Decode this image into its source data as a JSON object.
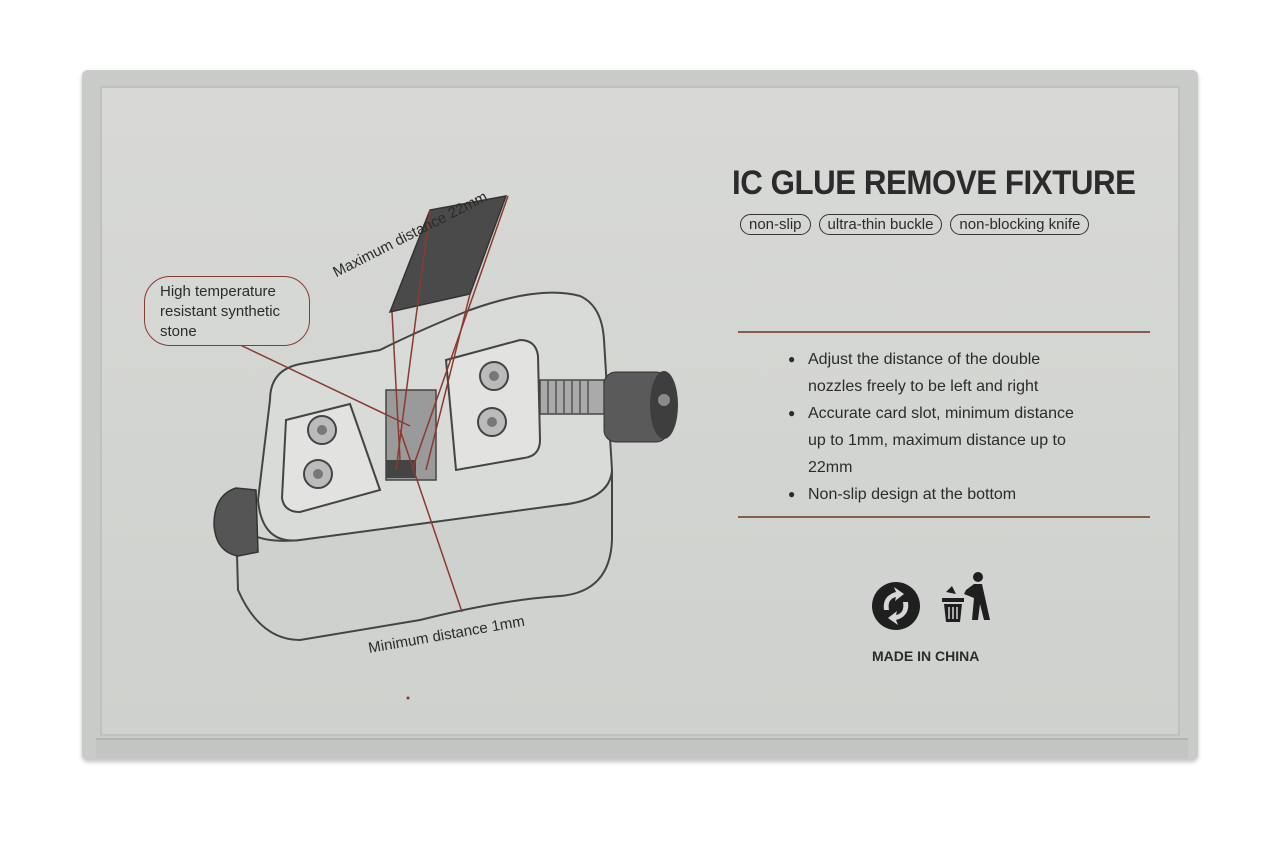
{
  "title": "IC GLUE REMOVE FIXTURE",
  "tags": [
    "non-slip",
    "ultra-thin buckle",
    "non-blocking knife"
  ],
  "features": [
    "Adjust the distance of the double nozzles freely to be left and right",
    "Accurate card slot, minimum distance up to 1mm, maximum distance up to 22mm",
    "Non-slip design at the bottom"
  ],
  "feature_lines": [
    [
      "Adjust the distance of the double",
      "nozzles freely to be left and right"
    ],
    [
      "Accurate card slot, minimum distance",
      "up to 1mm, maximum distance up to",
      "22mm"
    ],
    [
      "Non-slip design at the bottom"
    ]
  ],
  "callouts": {
    "stone_lines": [
      "High temperature",
      "resistant synthetic",
      "stone"
    ],
    "max_distance": "Maximum distance 22mm",
    "min_distance": "Minimum distance 1mm"
  },
  "footer": {
    "origin": "MADE IN CHINA"
  },
  "icons": [
    "recycle-icon",
    "trash-disposal-icon"
  ],
  "colors": {
    "background": "#ffffff",
    "box": "#d6d8d5",
    "accent_line": "#8a3a30",
    "text": "#2b2b2b"
  }
}
